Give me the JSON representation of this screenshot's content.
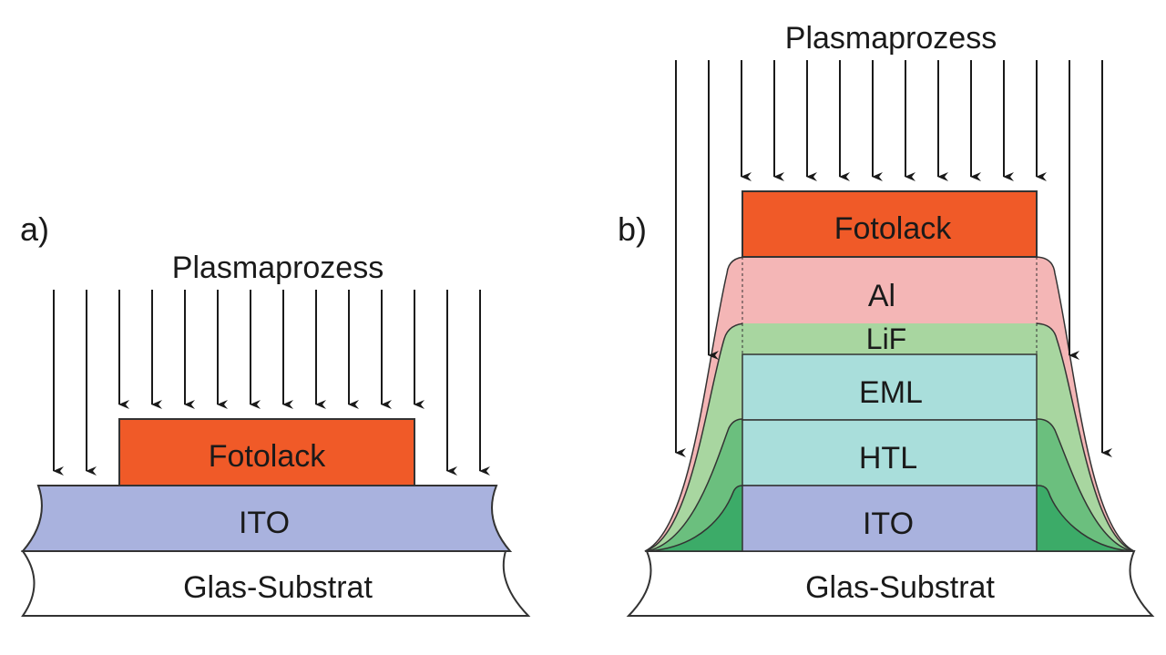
{
  "panel_a": {
    "label": "a)",
    "process": "Plasmaprozess",
    "layers": {
      "fotolack": "Fotolack",
      "ito": "ITO",
      "substrate": "Glas-Substrat"
    }
  },
  "panel_b": {
    "label": "b)",
    "process": "Plasmaprozess",
    "layers": {
      "fotolack": "Fotolack",
      "al": "Al",
      "lif": "LiF",
      "eml": "EML",
      "htl": "HTL",
      "ito": "ITO",
      "substrate": "Glas-Substrat"
    }
  },
  "colors": {
    "fotolack": "#f05a28",
    "ito": "#a9b2de",
    "al": "#f4b6b6",
    "lif": "#a8d6a0",
    "eml_htl": "#a9dedb",
    "green_dark": "#3cab68",
    "green_mid": "#6bbf7e",
    "substrate": "#ffffff"
  }
}
